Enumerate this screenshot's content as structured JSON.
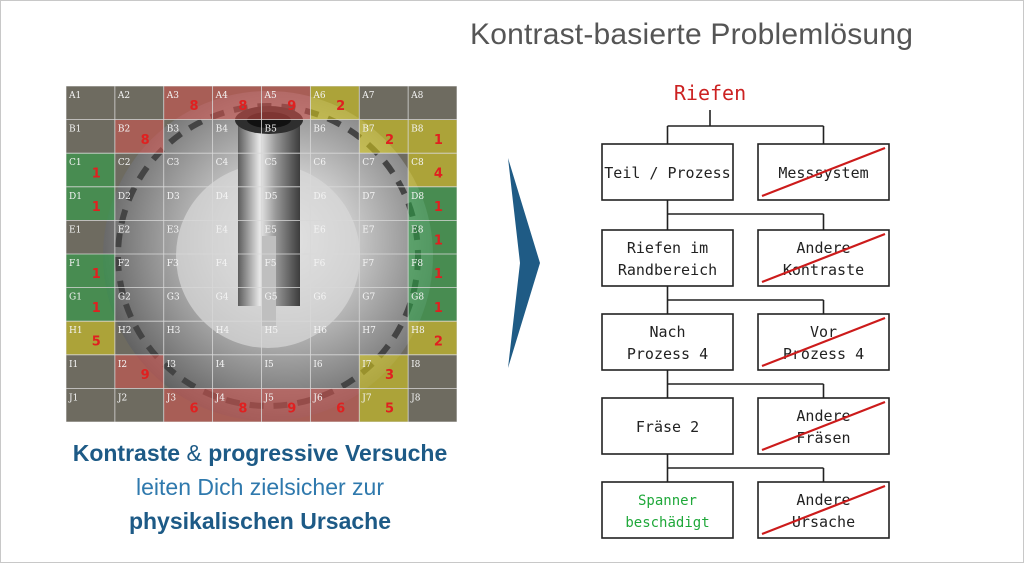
{
  "title": "Kontrast-basierte Problemlösung",
  "grid": {
    "rows": [
      "A",
      "B",
      "C",
      "D",
      "E",
      "F",
      "G",
      "H",
      "I",
      "J"
    ],
    "cols": [
      "1",
      "2",
      "3",
      "4",
      "5",
      "6",
      "7",
      "8"
    ],
    "cells": [
      [
        "A1",
        "A2",
        "A3",
        "A4",
        "A5",
        "A6",
        "A7",
        "A8"
      ],
      [
        "B1",
        "B2",
        "B3",
        "B4",
        "B5",
        "B6",
        "B7",
        "B8"
      ],
      [
        "C1",
        "C2",
        "C3",
        "C4",
        "C5",
        "C6",
        "C7",
        "C8"
      ],
      [
        "D1",
        "D2",
        "D3",
        "D4",
        "D5",
        "D6",
        "D7",
        "D8"
      ],
      [
        "E1",
        "E2",
        "E3",
        "E4",
        "E5",
        "E6",
        "E7",
        "E8"
      ],
      [
        "F1",
        "F2",
        "F3",
        "F4",
        "F5",
        "F6",
        "F7",
        "F8"
      ],
      [
        "G1",
        "G2",
        "G3",
        "G4",
        "G5",
        "G6",
        "G7",
        "G8"
      ],
      [
        "H1",
        "H2",
        "H3",
        "H4",
        "H5",
        "H6",
        "H7",
        "H8"
      ],
      [
        "I1",
        "I2",
        "I3",
        "I4",
        "I5",
        "I6",
        "I7",
        "I8"
      ],
      [
        "J1",
        "J2",
        "J3",
        "J4",
        "J5",
        "J6",
        "J7",
        "J8"
      ]
    ],
    "colors": {
      "red": "#d9534f",
      "yellow": "#e0d21a",
      "green": "#29a845"
    },
    "marks": [
      {
        "cell": "A3",
        "zone": "red",
        "count": "8"
      },
      {
        "cell": "A4",
        "zone": "red",
        "count": "8"
      },
      {
        "cell": "A5",
        "zone": "red",
        "count": "9"
      },
      {
        "cell": "A6",
        "zone": "yellow",
        "count": "2"
      },
      {
        "cell": "B2",
        "zone": "red",
        "count": "8"
      },
      {
        "cell": "B7",
        "zone": "yellow",
        "count": "2"
      },
      {
        "cell": "B8",
        "zone": "yellow",
        "count": "1"
      },
      {
        "cell": "C1",
        "zone": "green",
        "count": "1"
      },
      {
        "cell": "C8",
        "zone": "yellow",
        "count": "4"
      },
      {
        "cell": "D1",
        "zone": "green",
        "count": "1"
      },
      {
        "cell": "D8",
        "zone": "green",
        "count": "1"
      },
      {
        "cell": "E8",
        "zone": "green",
        "count": "1"
      },
      {
        "cell": "F1",
        "zone": "green",
        "count": "1"
      },
      {
        "cell": "F8",
        "zone": "green",
        "count": "1"
      },
      {
        "cell": "G1",
        "zone": "green",
        "count": "1"
      },
      {
        "cell": "G8",
        "zone": "green",
        "count": "1"
      },
      {
        "cell": "H1",
        "zone": "yellow",
        "count": "5"
      },
      {
        "cell": "H8",
        "zone": "yellow",
        "count": "2"
      },
      {
        "cell": "I2",
        "zone": "red",
        "count": "9"
      },
      {
        "cell": "I7",
        "zone": "yellow",
        "count": "3"
      },
      {
        "cell": "J3",
        "zone": "red",
        "count": "6"
      },
      {
        "cell": "J4",
        "zone": "red",
        "count": "8"
      },
      {
        "cell": "J5",
        "zone": "red",
        "count": "9"
      },
      {
        "cell": "J6",
        "zone": "red",
        "count": "6"
      },
      {
        "cell": "J7",
        "zone": "yellow",
        "count": "5"
      }
    ]
  },
  "caption": {
    "kontraste": "Kontraste",
    "amp": "&",
    "progressive": "progressive Versuche",
    "line2": "leiten Dich zielsicher zur",
    "line3": "physikalischen Ursache"
  },
  "tree": {
    "root": "Riefen",
    "root_color": "#cc2222",
    "strike_color": "#cc1b1b",
    "ok_color": "#1fa83a",
    "levels": [
      {
        "left": [
          "Teil / Prozess"
        ],
        "right": [
          "Messsystem"
        ]
      },
      {
        "left": [
          "Riefen im",
          "Randbereich"
        ],
        "right": [
          "Andere",
          "Kontraste"
        ]
      },
      {
        "left": [
          "Nach",
          "Prozess 4"
        ],
        "right": [
          "Vor",
          "Prozess 4"
        ]
      },
      {
        "left": [
          "Fräse 2"
        ],
        "right": [
          "Andere",
          "Fräsen"
        ]
      },
      {
        "left": [
          "Spanner",
          "beschädigt"
        ],
        "right": [
          "Andere",
          "Ursache"
        ]
      }
    ]
  },
  "arrow_color": "#1f5b85"
}
